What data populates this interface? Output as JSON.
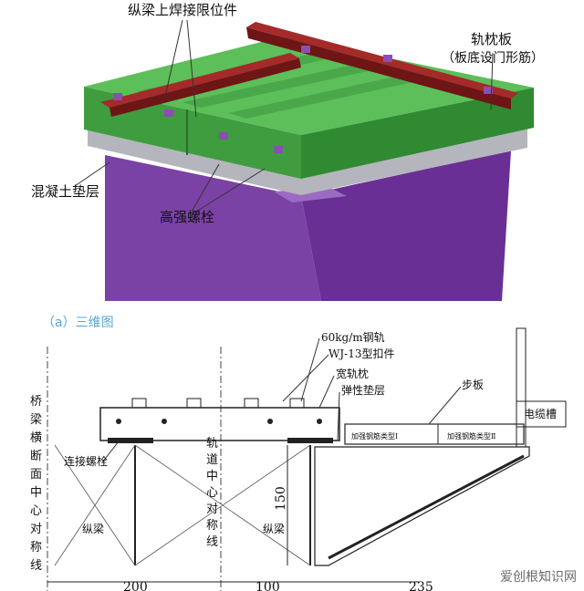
{
  "top": {
    "label_limiter": "纵梁上焊接限位件",
    "label_sleeper": "轨枕板",
    "label_sleeper_sub": "（板底设门形筋）",
    "label_concrete": "混凝土垫层",
    "label_bolt": "高强螺栓",
    "colors": {
      "sleeper": "#3f9d3f",
      "sleeper_top": "#5cbf5a",
      "rail": "#8a1e1e",
      "girder": "#7a3fa8",
      "pad": "#b5b5bd",
      "bg": "#ffffff"
    }
  },
  "caption": "（a）三维图",
  "bottom": {
    "vertical_left": "桥梁横断面中心对称线",
    "vertical_center": "轨道中心对称线",
    "label_rail": "60kg/m钢轨",
    "label_fastener": "WJ-13型扣件",
    "label_sleeper": "宽轨枕",
    "label_pad": "弹性垫层",
    "label_walkway": "步板",
    "label_cable": "电缆槽",
    "label_rebar1": "加强钢筋类型Ⅰ",
    "label_rebar2": "加强钢筋类型Ⅱ",
    "label_bolt": "连接螺栓",
    "label_girder_left": "纵梁",
    "label_girder_right": "纵梁",
    "dim_150": "150",
    "dim_200": "200",
    "dim_100": "100",
    "dim_235": "235"
  },
  "watermark": "爱创根知识网"
}
